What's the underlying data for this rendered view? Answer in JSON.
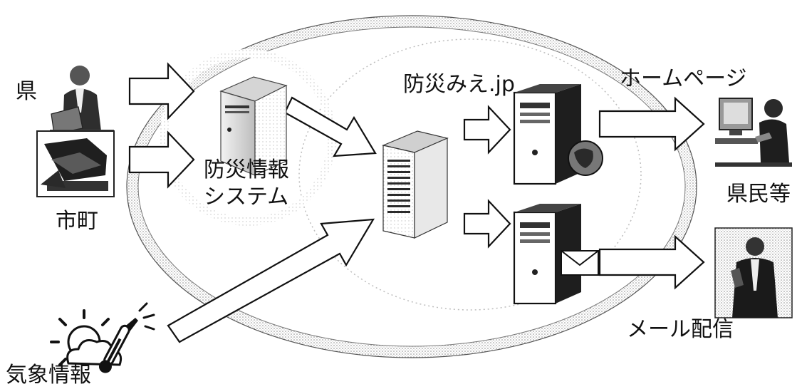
{
  "labels": {
    "prefecture": "県",
    "municipality": "市町",
    "weather_info": "気象情報",
    "disaster_system_line1": "防災情報",
    "disaster_system_line2": "システム",
    "site_name": "防災みえ.jp",
    "homepage": "ホームページ",
    "residents": "県民等",
    "mail_delivery": "メール配信"
  },
  "colors": {
    "ellipse_ring": "#9a9a9a",
    "ellipse_fill": "#ffffff",
    "halo": "#d8d8d8",
    "arrow_stroke": "#111111",
    "server_body": "#2a2a2a"
  },
  "icons": [
    "person-phone-laptop-icon",
    "hands-typing-icon",
    "weather-sun-cloud-thermometer-icon",
    "tower-server-icon",
    "rack-server-icon",
    "web-server-globe-icon",
    "mail-server-envelope-icon",
    "woman-at-computer-icon",
    "businessman-phone-icon"
  ]
}
